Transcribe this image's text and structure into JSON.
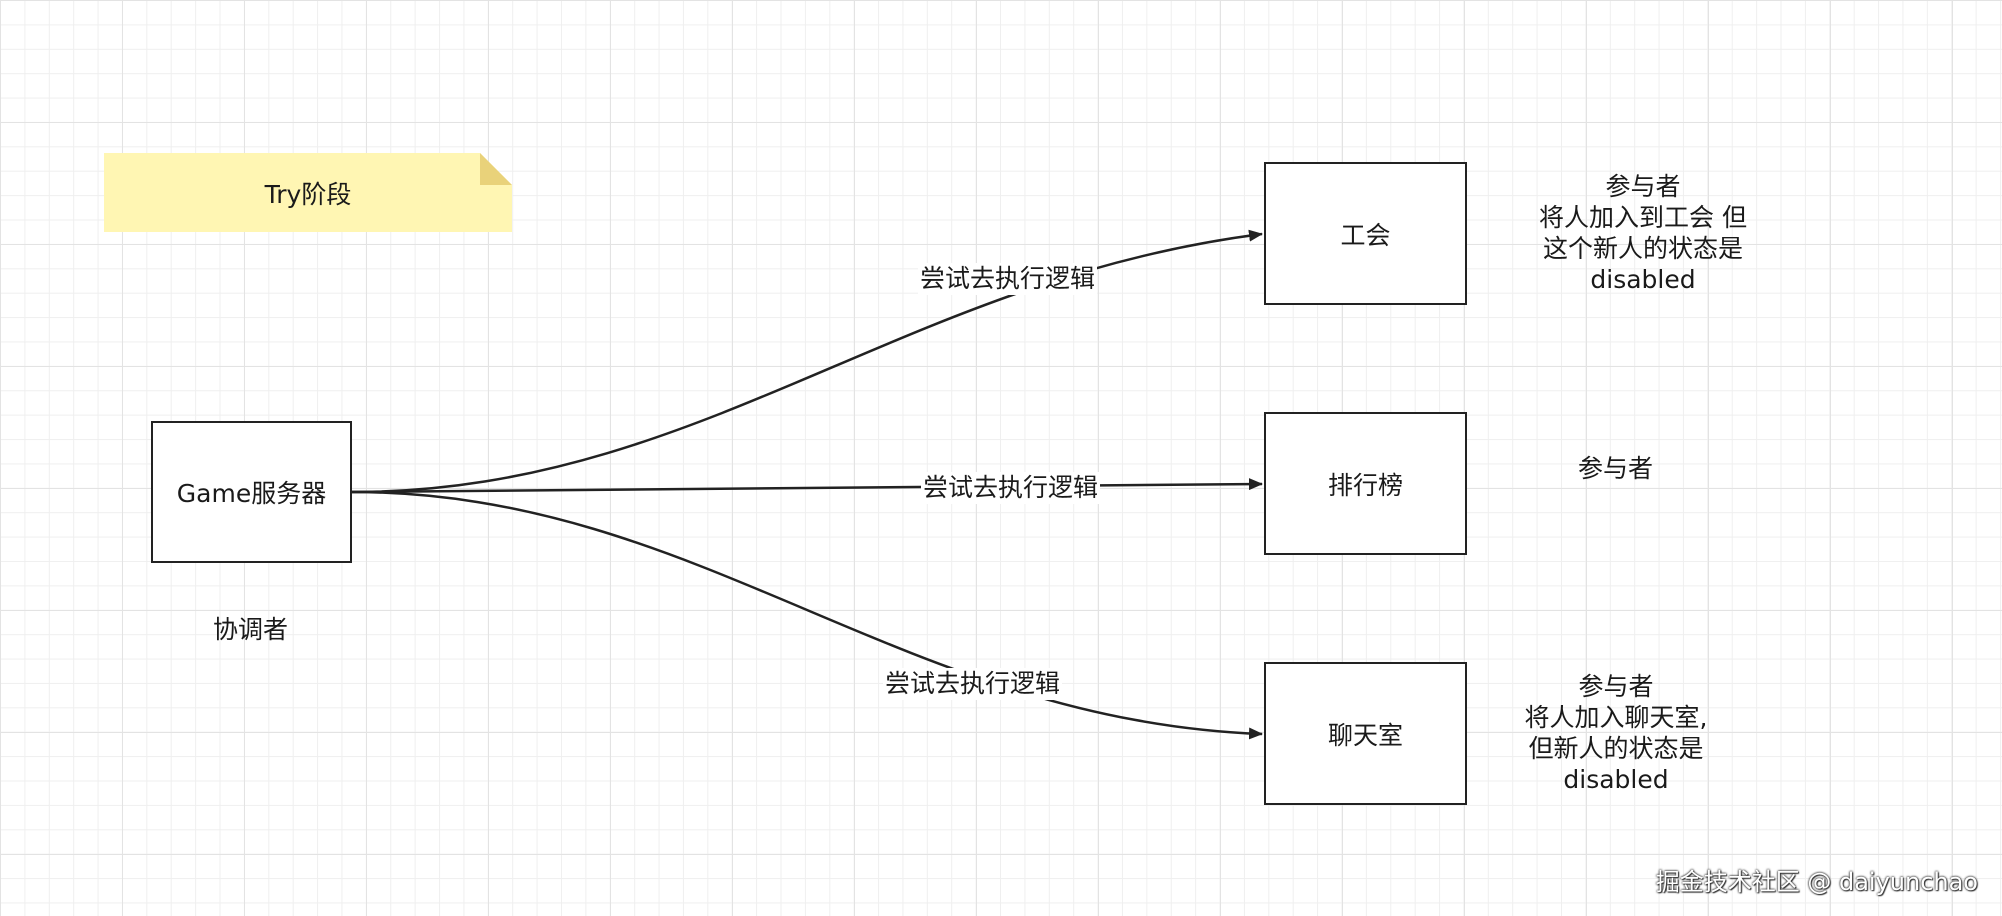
{
  "note": {
    "text": "Try阶段",
    "fill": "#fff6b3",
    "fold": "#e9d27a"
  },
  "nodes": {
    "coordinator": "Game服务器",
    "guild": "工会",
    "leaderboard": "排行榜",
    "chatroom": "聊天室"
  },
  "labels": {
    "coordinator_role": "协调者",
    "guild_role": [
      "参与者",
      "将人加入到工会 但",
      "这个新人的状态是",
      "disabled"
    ],
    "leaderboard_role": "参与者",
    "chatroom_role": [
      "参与者",
      "将人加入聊天室,",
      "但新人的状态是",
      "disabled"
    ]
  },
  "edges": {
    "to_guild": "尝试去执行逻辑",
    "to_leaderboard": "尝试去执行逻辑",
    "to_chatroom": "尝试去执行逻辑"
  },
  "watermark": "掘金技术社区 @ daiyunchao",
  "colors": {
    "stroke": "#222222",
    "grid": "#e3e3e3"
  }
}
